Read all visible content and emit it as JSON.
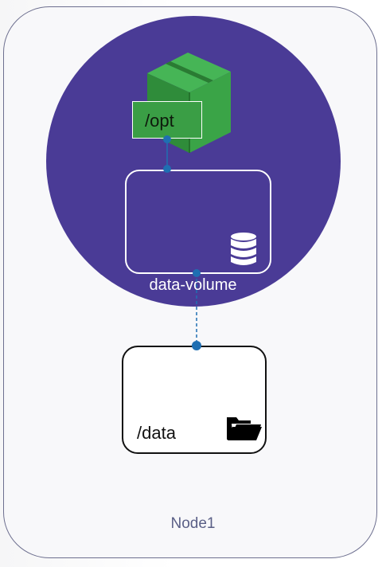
{
  "diagram": {
    "node_label": "Node1",
    "container_path": "/opt",
    "volume_name": "data-volume",
    "host_path": "/data"
  },
  "icons": {
    "container": "container-box-icon",
    "volume": "database-icon",
    "host": "folder-open-icon"
  },
  "colors": {
    "pod": "#4a3b96",
    "container": "#3a9e45",
    "connector": "#1f6fb2"
  }
}
